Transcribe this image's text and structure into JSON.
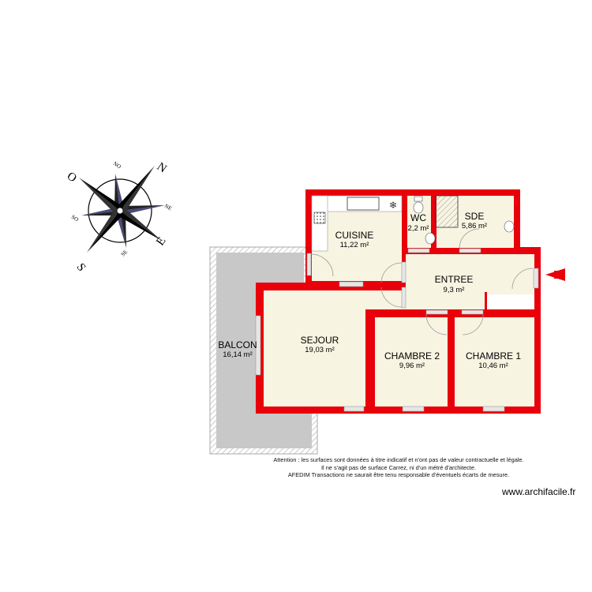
{
  "compass": {
    "labels": {
      "N": "N",
      "NE": "NE",
      "E": "E",
      "SE": "SE",
      "S": "S",
      "SO": "SO",
      "O": "O",
      "NO": "NO"
    }
  },
  "rooms": [
    {
      "id": "cuisine",
      "name": "CUISINE",
      "area": "11,22 m²"
    },
    {
      "id": "wc",
      "name": "WC",
      "area": "2,2 m²"
    },
    {
      "id": "sde",
      "name": "SDE",
      "area": "5,86 m²"
    },
    {
      "id": "entree",
      "name": "ENTREE",
      "area": "9,3 m²"
    },
    {
      "id": "sejour",
      "name": "SEJOUR",
      "area": "19,03 m²"
    },
    {
      "id": "chambre2",
      "name": "CHAMBRE 2",
      "area": "9,96 m²"
    },
    {
      "id": "chambre1",
      "name": "CHAMBRE 1",
      "area": "10,46 m²"
    },
    {
      "id": "balcon",
      "name": "BALCON",
      "area": "16,14 m²"
    }
  ],
  "entrance_arrow": {
    "color": "#e8000b"
  },
  "colors": {
    "wall": "#e8000b",
    "floor": "#f8f4e2",
    "balcony": "#c8c8c8"
  },
  "disclaimer": {
    "line1": "Attention : les surfaces sont données à titre indicatif et n'ont pas de valeur contractuelle et légale.",
    "line2": "Il ne s'agit pas de surface Carrez, ni d'un métré d'architecte.",
    "line3": "AFEDIM Transactions ne saurait être tenu responsable d'éventuels écarts de mesure."
  },
  "website": "www.archifacile.fr"
}
